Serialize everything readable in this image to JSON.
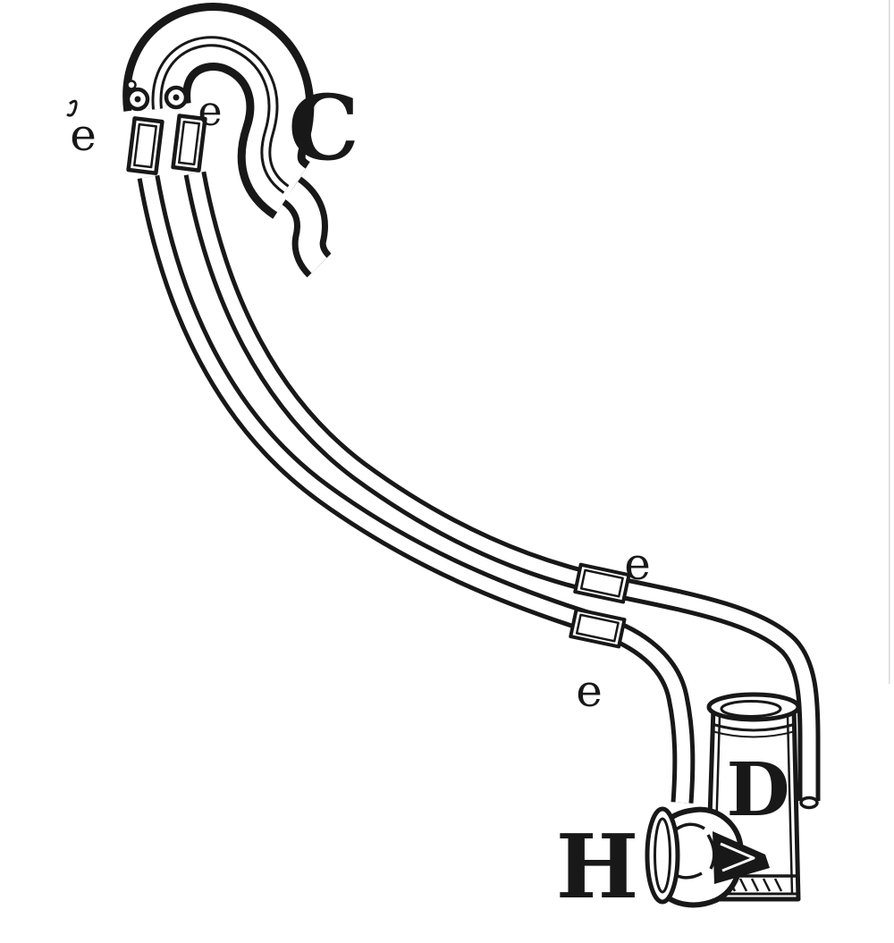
{
  "page": {
    "colors": {
      "paper": "#ffffff",
      "ink": "#181818"
    }
  },
  "figure": {
    "labels": {
      "tube_end_left": "e",
      "tube_end_right": "e",
      "cannula": "C",
      "coupler_upper": "e",
      "coupler_lower": "e",
      "bulb": "H",
      "cylinder": "D"
    }
  }
}
